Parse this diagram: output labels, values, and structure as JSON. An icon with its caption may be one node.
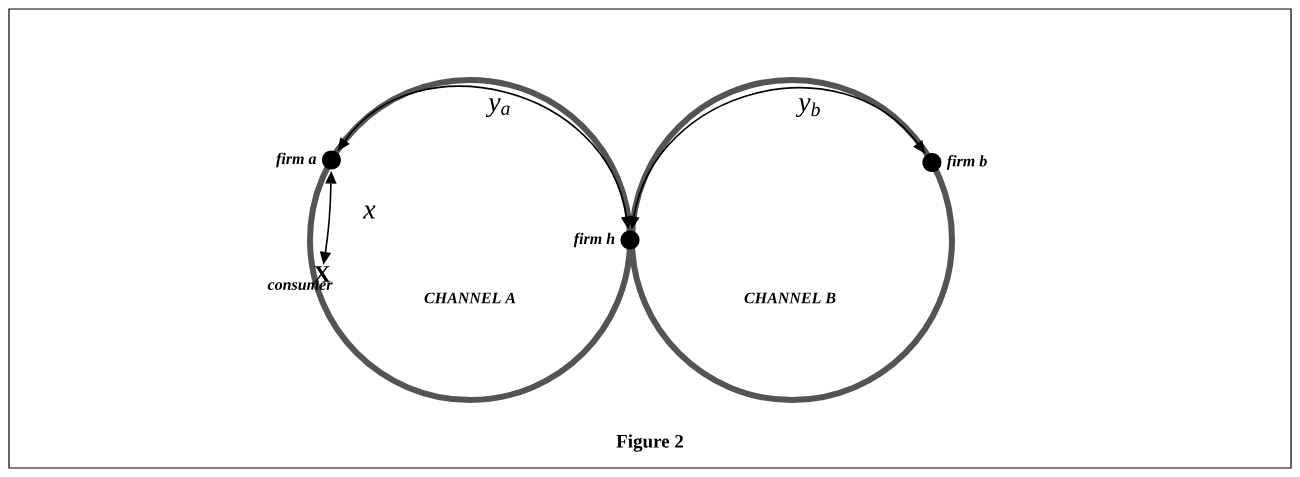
{
  "diagram": {
    "caption": "Figure 2",
    "nodes": [
      {
        "text": [],
        "shape": "circle",
        "beside": [
          "firm a"
        ]
      },
      {
        "text": [],
        "shape": "circle",
        "beside": [
          "firm h"
        ]
      },
      {
        "text": [],
        "shape": "circle",
        "beside": [
          "firm b"
        ]
      },
      {
        "text": [
          "X"
        ],
        "beside": [
          "consumer"
        ]
      }
    ],
    "edges": [
      {
        "from": 0,
        "to": 1,
        "arrow": "both",
        "label": "y$_{a}$"
      },
      {
        "from": 1,
        "to": 2,
        "arrow": "both",
        "label": "y$_{b}$"
      },
      {
        "from": 0,
        "to": 3,
        "arrow": "both",
        "label": "x"
      }
    ],
    "labels": [
      "CHANNEL A",
      "CHANNEL  B"
    ]
  }
}
